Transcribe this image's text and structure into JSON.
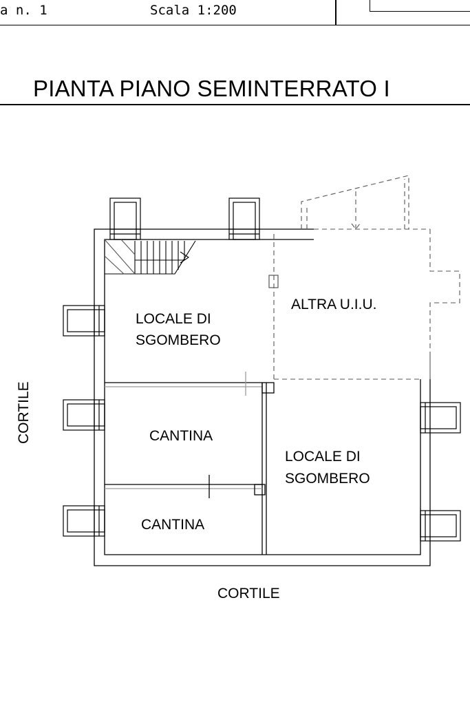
{
  "header": {
    "sheet_number": "a n. 1",
    "scale": "Scala 1:200"
  },
  "title": "PIANTA PIANO SEMINTERRATO I",
  "rooms": {
    "storage_top_line1": "LOCALE DI",
    "storage_top_line2": "SGOMBERO",
    "other_unit": "ALTRA U.I.U.",
    "cellar_upper": "CANTINA",
    "cellar_lower": "CANTINA",
    "storage_right_line1": "LOCALE DI",
    "storage_right_line2": "SGOMBERO"
  },
  "surroundings": {
    "left": "CORTILE",
    "bottom": "CORTILE"
  },
  "colors": {
    "line": "#000000",
    "wall_gray": "#9a9a9a",
    "dash_gray": "#555555"
  }
}
